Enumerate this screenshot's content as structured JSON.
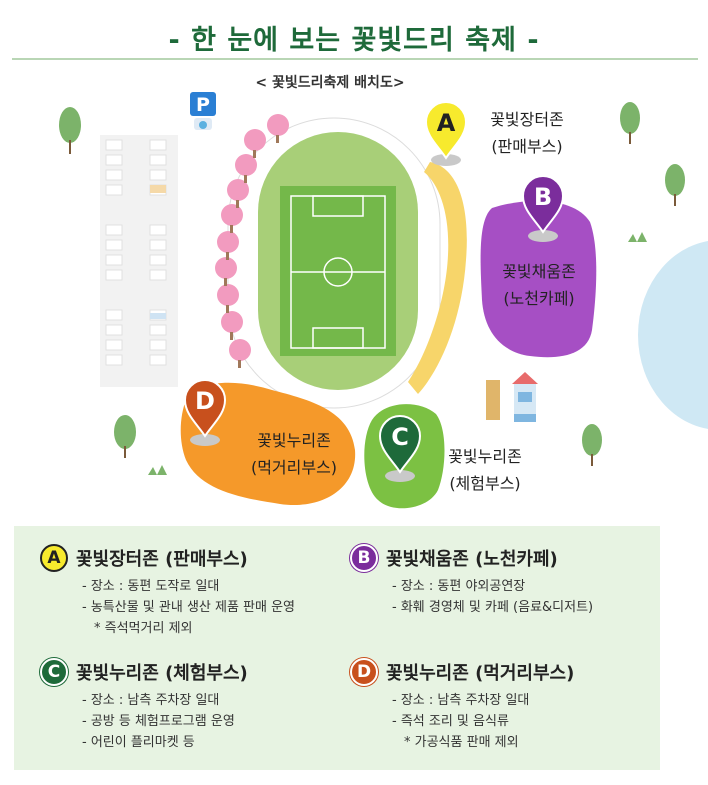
{
  "title": "- 한 눈에 보는 꽃빛드리 축제 -",
  "map": {
    "caption": "< 꽃빛드리축제 배치도>",
    "parking_sign": "P",
    "zones": [
      {
        "letter": "A",
        "name": "꽃빛장터존",
        "sub": "(판매부스)",
        "color": "#f7ea2d",
        "border": "#222222",
        "area_color": "#f7d56a"
      },
      {
        "letter": "B",
        "name": "꽃빛채움존",
        "sub": "(노천카페)",
        "color": "#7b2d9c",
        "border": "#ffffff",
        "area_color": "#a64fc4"
      },
      {
        "letter": "C",
        "name": "꽃빛누리존",
        "sub": "(체험부스)",
        "color": "#1e6a3a",
        "border": "#ffffff",
        "area_color": "#7cc143"
      },
      {
        "letter": "D",
        "name": "꽃빛누리존",
        "sub": "(먹거리부스)",
        "color": "#c8501d",
        "border": "#ffffff",
        "area_color": "#f5992a"
      }
    ]
  },
  "info": [
    {
      "letter": "A",
      "title": "꽃빛장터존 (판매부스)",
      "badge_bg": "#f7ea2d",
      "badge_fg": "#222222",
      "badge_border": "#222222",
      "lines": [
        "- 장소 : 동편 도작로 일대",
        "- 농특산물 및 관내 생산 제품 판매 운영",
        "  * 즉석먹거리 제외"
      ]
    },
    {
      "letter": "B",
      "title": "꽃빛채움존 (노천카페)",
      "badge_bg": "#7b2d9c",
      "badge_fg": "#ffffff",
      "badge_border": "#ffffff",
      "lines": [
        "- 장소 : 동편 야외공연장",
        "- 화훼 경영체 및 카페 (음료&디저트)"
      ]
    },
    {
      "letter": "C",
      "title": "꽃빛누리존 (체험부스)",
      "badge_bg": "#1e6a3a",
      "badge_fg": "#ffffff",
      "badge_border": "#ffffff",
      "lines": [
        "- 장소 : 남측 주차장 일대",
        "- 공방 등 체험프로그램 운영",
        "- 어린이 플리마켓 등"
      ]
    },
    {
      "letter": "D",
      "title": "꽃빛누리존 (먹거리부스)",
      "badge_bg": "#c8501d",
      "badge_fg": "#ffffff",
      "badge_border": "#ffffff",
      "lines": [
        "- 장소 : 남측 주차장 일대",
        "- 즉석 조리 및 음식류",
        "  * 가공식품 판매 제외"
      ]
    }
  ]
}
